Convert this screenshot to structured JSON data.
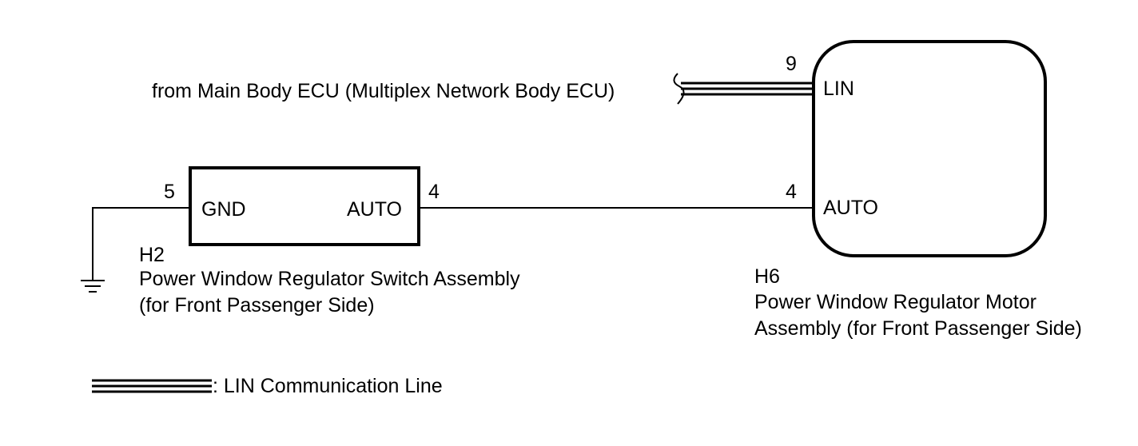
{
  "source": {
    "label": "from Main Body ECU (Multiplex Network Body ECU)"
  },
  "switch_assembly": {
    "code": "H2",
    "name_line1": "Power Window Regulator Switch Assembly",
    "name_line2": "(for Front Passenger Side)",
    "terminal_gnd": {
      "pin": "5",
      "label": "GND"
    },
    "terminal_auto": {
      "pin": "4",
      "label": "AUTO"
    }
  },
  "motor_assembly": {
    "code": "H6",
    "name_line1": "Power Window Regulator Motor",
    "name_line2": "Assembly (for Front Passenger Side)",
    "terminal_lin": {
      "pin": "9",
      "label": "LIN"
    },
    "terminal_auto": {
      "pin": "4",
      "label": "AUTO"
    }
  },
  "legend": {
    "lin_line_label": ": LIN Communication Line"
  },
  "colors": {
    "line": "#000000",
    "background": "#ffffff"
  }
}
